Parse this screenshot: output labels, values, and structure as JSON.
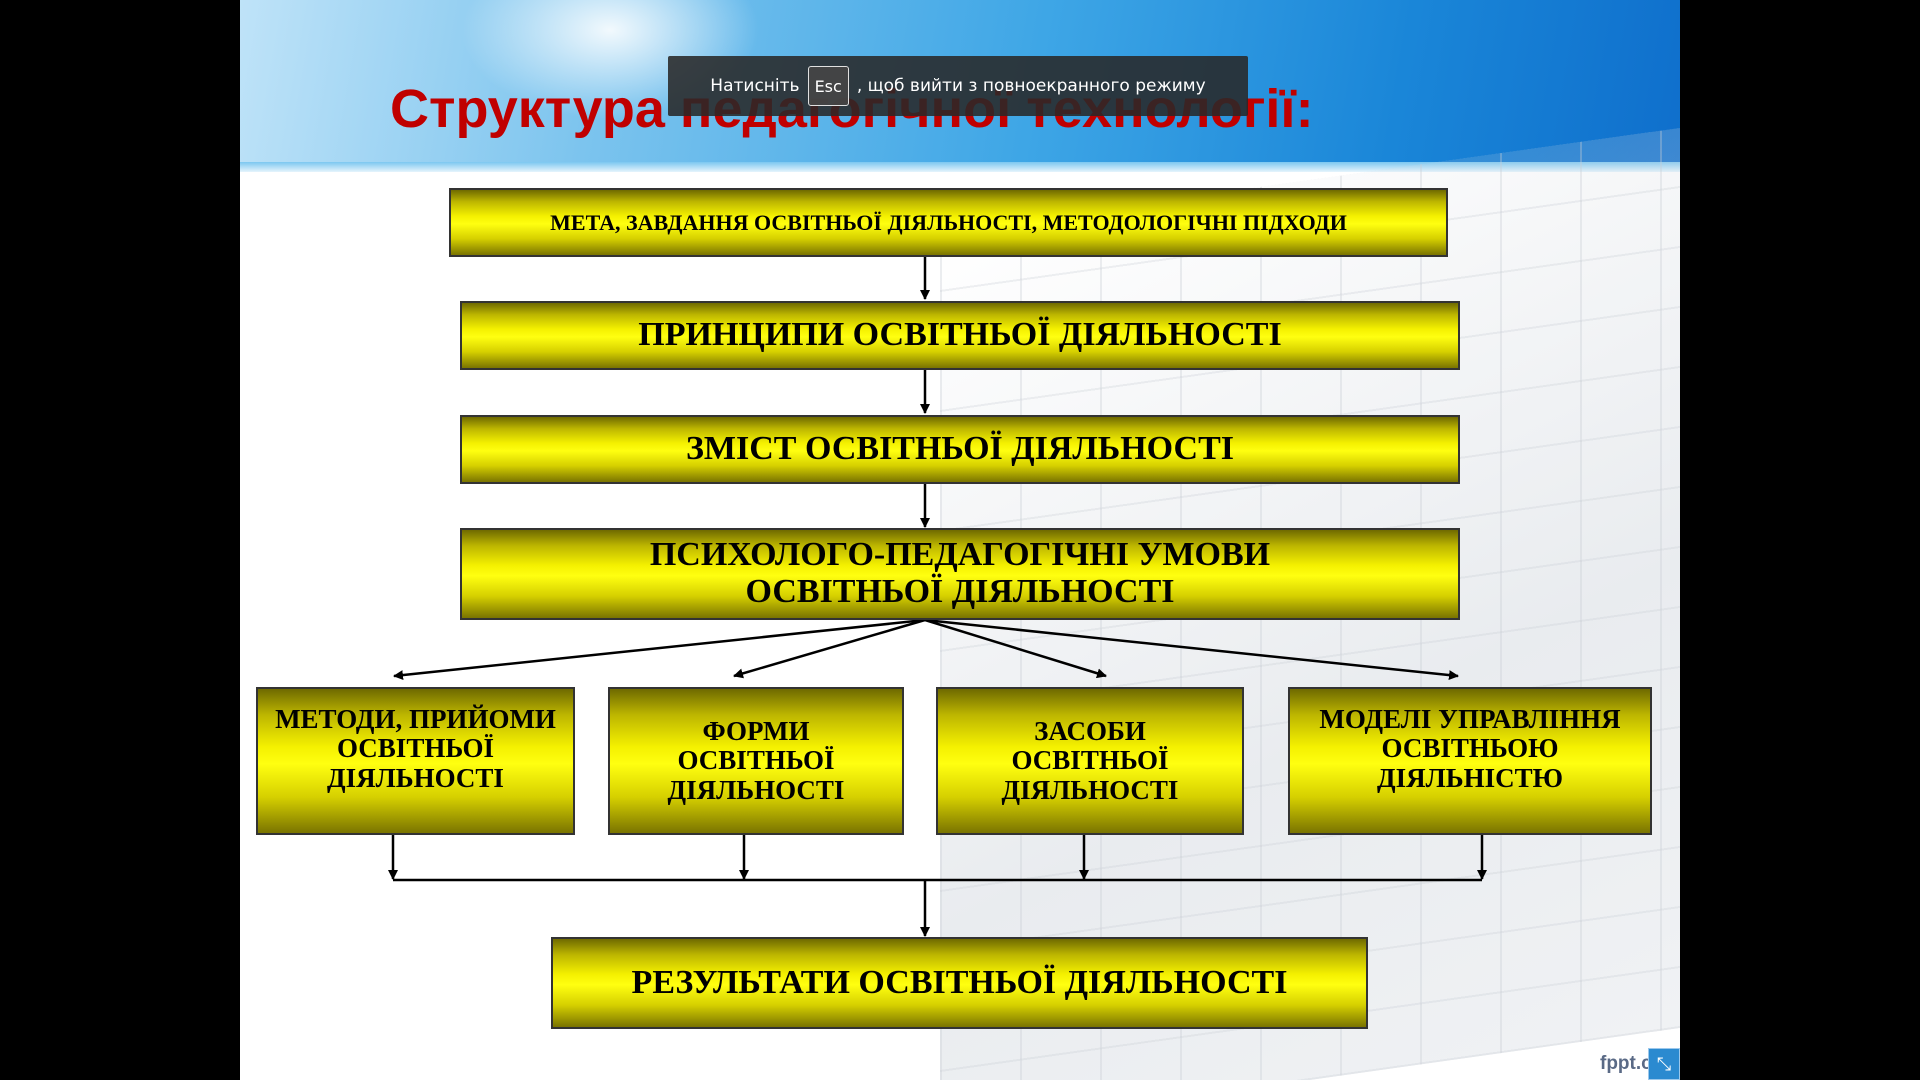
{
  "title": "Структура педагогічної технології:",
  "toast": {
    "before": "Натисніть",
    "key": "Esc",
    "after": ", щоб вийти з повноекранного режиму"
  },
  "boxes": {
    "goal": "МЕТА, ЗАВДАННЯ ОСВІТНЬОЇ ДІЯЛЬНОСТІ, МЕТОДОЛОГІЧНІ ПІДХОДИ",
    "principles": "ПРИНЦИПИ ОСВІТНЬОЇ ДІЯЛЬНОСТІ",
    "content": "ЗМІСТ ОСВІТНЬОЇ ДІЯЛЬНОСТІ",
    "conditions": [
      "ПСИХОЛОГО-ПЕДАГОГІЧНІ УМОВИ",
      "ОСВІТНЬОЇ ДІЯЛЬНОСТІ"
    ],
    "methods": [
      "МЕТОДИ, ПРИЙОМИ",
      "ОСВІТНЬОЇ",
      "ДІЯЛЬНОСТІ"
    ],
    "forms": [
      "ФОРМИ",
      "ОСВІТНЬОЇ",
      "ДІЯЛЬНОСТІ"
    ],
    "means": [
      "ЗАСОБИ",
      "ОСВІТНЬОЇ",
      "ДІЯЛЬНОСТІ"
    ],
    "models": [
      "МОДЕЛІ УПРАВЛІННЯ",
      "ОСВІТНЬОЮ",
      "ДІЯЛЬНІСТЮ"
    ],
    "results": "РЕЗУЛЬТАТИ ОСВІТНЬОЇ ДІЯЛЬНОСТІ"
  },
  "footer": {
    "logo": "fppt.com",
    "fullscreen_icon": "exit-fullscreen-icon"
  },
  "colors": {
    "title": "#c00000",
    "box_fill": "#ffff00",
    "header": "#1a86d8"
  }
}
